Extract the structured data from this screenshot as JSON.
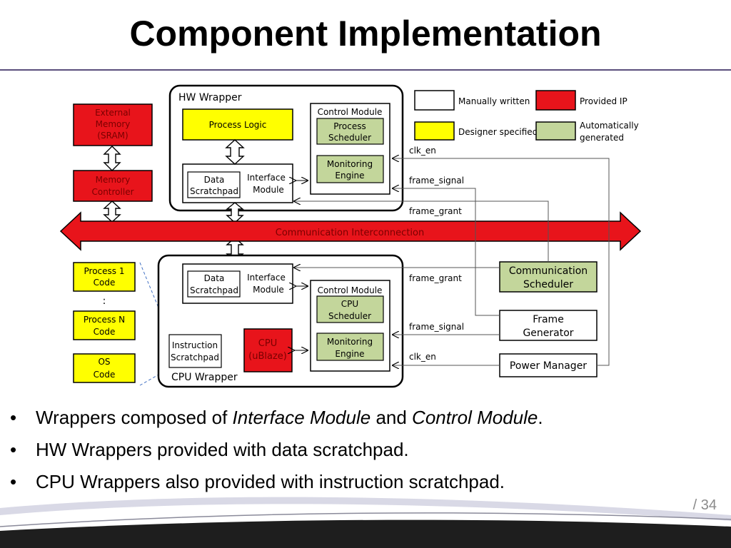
{
  "slide": {
    "title": "Component Implementation",
    "page_number": "/ 34"
  },
  "colors": {
    "provided_ip": "#e8141b",
    "designer_specified": "#ffff00",
    "automatically_generated": "#c3d69b",
    "manually_written": "#ffffff",
    "rule": "#5a4e7c"
  },
  "legend": {
    "manually_written": "Manually written",
    "provided_ip": "Provided IP",
    "designer_specified": "Designer specified",
    "auto_generated_line1": "Automatically",
    "auto_generated_line2": "generated"
  },
  "left_blocks": {
    "external_memory": [
      "External",
      "Memory",
      "(SRAM)"
    ],
    "memory_controller": [
      "Memory",
      "Controller"
    ],
    "process1": [
      "Process 1",
      "Code"
    ],
    "ellipsis": ":",
    "processN": [
      "Process N",
      "Code"
    ],
    "os": [
      "OS",
      "Code"
    ]
  },
  "hw_wrapper": {
    "title": "HW Wrapper",
    "process_logic": "Process Logic",
    "data_scratchpad": [
      "Data",
      "Scratchpad"
    ],
    "interface_module": [
      "Interface",
      "Module"
    ],
    "control_module": "Control Module",
    "process_scheduler": [
      "Process",
      "Scheduler"
    ],
    "monitoring_engine": [
      "Monitoring",
      "Engine"
    ]
  },
  "interconnect": {
    "label": "Communication Interconnection"
  },
  "cpu_wrapper": {
    "title": "CPU Wrapper",
    "data_scratchpad": [
      "Data",
      "Scratchpad"
    ],
    "interface_module": [
      "Interface",
      "Module"
    ],
    "control_module": "Control Module",
    "cpu_scheduler": [
      "CPU",
      "Scheduler"
    ],
    "monitoring_engine": [
      "Monitoring",
      "Engine"
    ],
    "cpu": [
      "CPU",
      "(uBlaze)"
    ],
    "instruction_scratchpad": [
      "Instruction",
      "Scratchpad"
    ]
  },
  "right_blocks": {
    "communication_scheduler": [
      "Communication",
      "Scheduler"
    ],
    "frame_generator": [
      "Frame",
      "Generator"
    ],
    "power_manager": "Power Manager"
  },
  "signals": {
    "clk_en_top": "clk_en",
    "frame_signal_top": "frame_signal",
    "frame_grant_top": "frame_grant",
    "frame_grant_bottom": "frame_grant",
    "frame_signal_bottom": "frame_signal",
    "clk_en_bottom": "clk_en"
  },
  "bullets": [
    {
      "text_before": "Wrappers composed of ",
      "em1": "Interface Module",
      "mid": " and ",
      "em2": "Control Module",
      "after": "."
    },
    {
      "text": "HW Wrappers provided with data scratchpad."
    },
    {
      "text": "CPU Wrappers also provided with instruction scratchpad."
    }
  ]
}
